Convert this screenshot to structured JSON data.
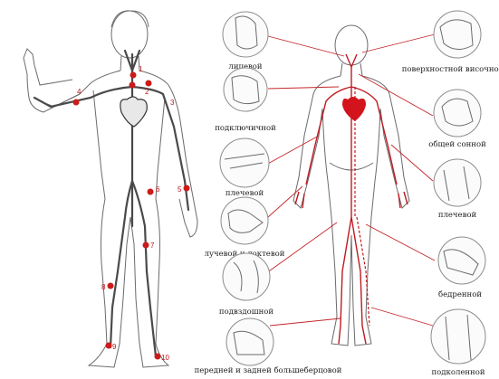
{
  "left_figure": {
    "point_numbers": [
      "1",
      "2",
      "3",
      "4",
      "5",
      "6",
      "7",
      "8",
      "9",
      "10"
    ]
  },
  "right_figure": {
    "labels": {
      "facial": "лицевой",
      "subclavian": "подключичной",
      "brachial_left": "плечевой",
      "radial_ulnar": "лучевой и локтевой",
      "iliac": "подвздошной",
      "tibial": "передней и задней большеберцовой",
      "temporal": "поверхностной височной",
      "carotid": "общей сонной",
      "brachial_right": "плечевой",
      "femoral": "бедренной",
      "popliteal": "подколенной"
    }
  },
  "colors": {
    "artery": "#c01a20",
    "pressure_point": "#cc1b1b",
    "outline": "#6b6b6b"
  }
}
